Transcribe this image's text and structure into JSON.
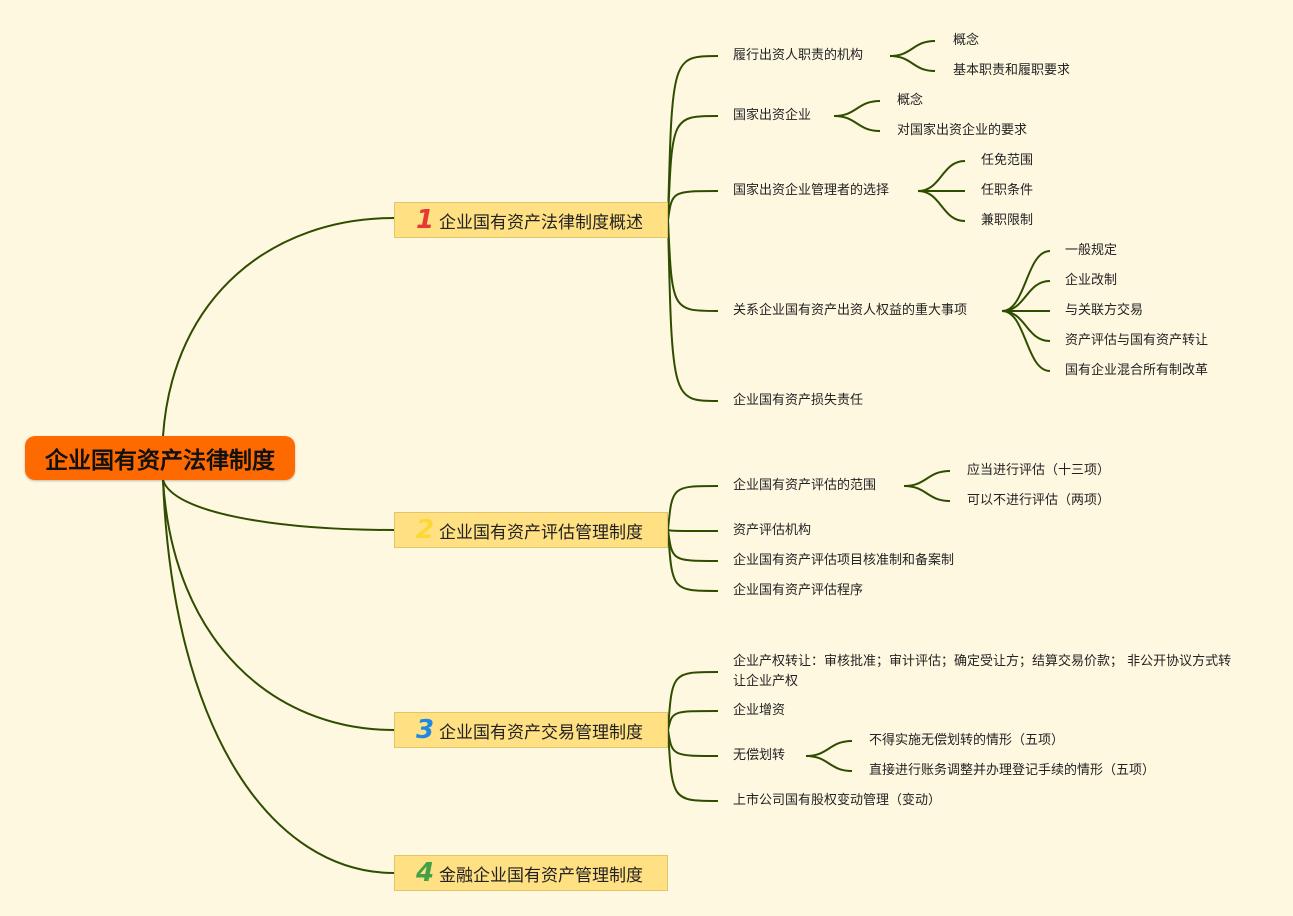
{
  "root": "企业国有资产法律制度",
  "branches": [
    {
      "num": "1",
      "label": "企业国有资产法律制度概述",
      "color": "#e53935",
      "children": [
        {
          "label": "履行出资人职责的机构",
          "children": [
            "概念",
            "基本职责和履职要求"
          ]
        },
        {
          "label": "国家出资企业",
          "children": [
            "概念",
            "对国家出资企业的要求"
          ]
        },
        {
          "label": "国家出资企业管理者的选择",
          "children": [
            "任免范围",
            "任职条件",
            "兼职限制"
          ]
        },
        {
          "label": "关系企业国有资产出资人权益的重大事项",
          "children": [
            "一般规定",
            "企业改制",
            "与关联方交易",
            "资产评估与国有资产转让",
            "国有企业混合所有制改革"
          ]
        },
        {
          "label": "企业国有资产损失责任",
          "children": []
        }
      ]
    },
    {
      "num": "2",
      "label": "企业国有资产评估管理制度",
      "color": "#fdd835",
      "children": [
        {
          "label": "企业国有资产评估的范围",
          "children": [
            "应当进行评估（十三项）",
            "可以不进行评估（两项）"
          ]
        },
        {
          "label": "资产评估机构",
          "children": []
        },
        {
          "label": "企业国有资产评估项目核准制和备案制",
          "children": []
        },
        {
          "label": "企业国有资产评估程序",
          "children": []
        }
      ]
    },
    {
      "num": "3",
      "label": "企业国有资产交易管理制度",
      "color": "#1e88e5",
      "children": [
        {
          "label": "企业产权转让：审核批准；审计评估；确定受让方；结算交易价款； 非公开协议方式转让企业产权",
          "children": []
        },
        {
          "label": "企业增资",
          "children": []
        },
        {
          "label": "无偿划转",
          "children": [
            "不得实施无偿划转的情形（五项）",
            "直接进行账务调整并办理登记手续的情形（五项）"
          ]
        },
        {
          "label": "上市公司国有股权变动管理（变动）",
          "children": []
        }
      ]
    },
    {
      "num": "4",
      "label": "金融企业国有资产管理制度",
      "color": "#43a047",
      "children": []
    }
  ]
}
